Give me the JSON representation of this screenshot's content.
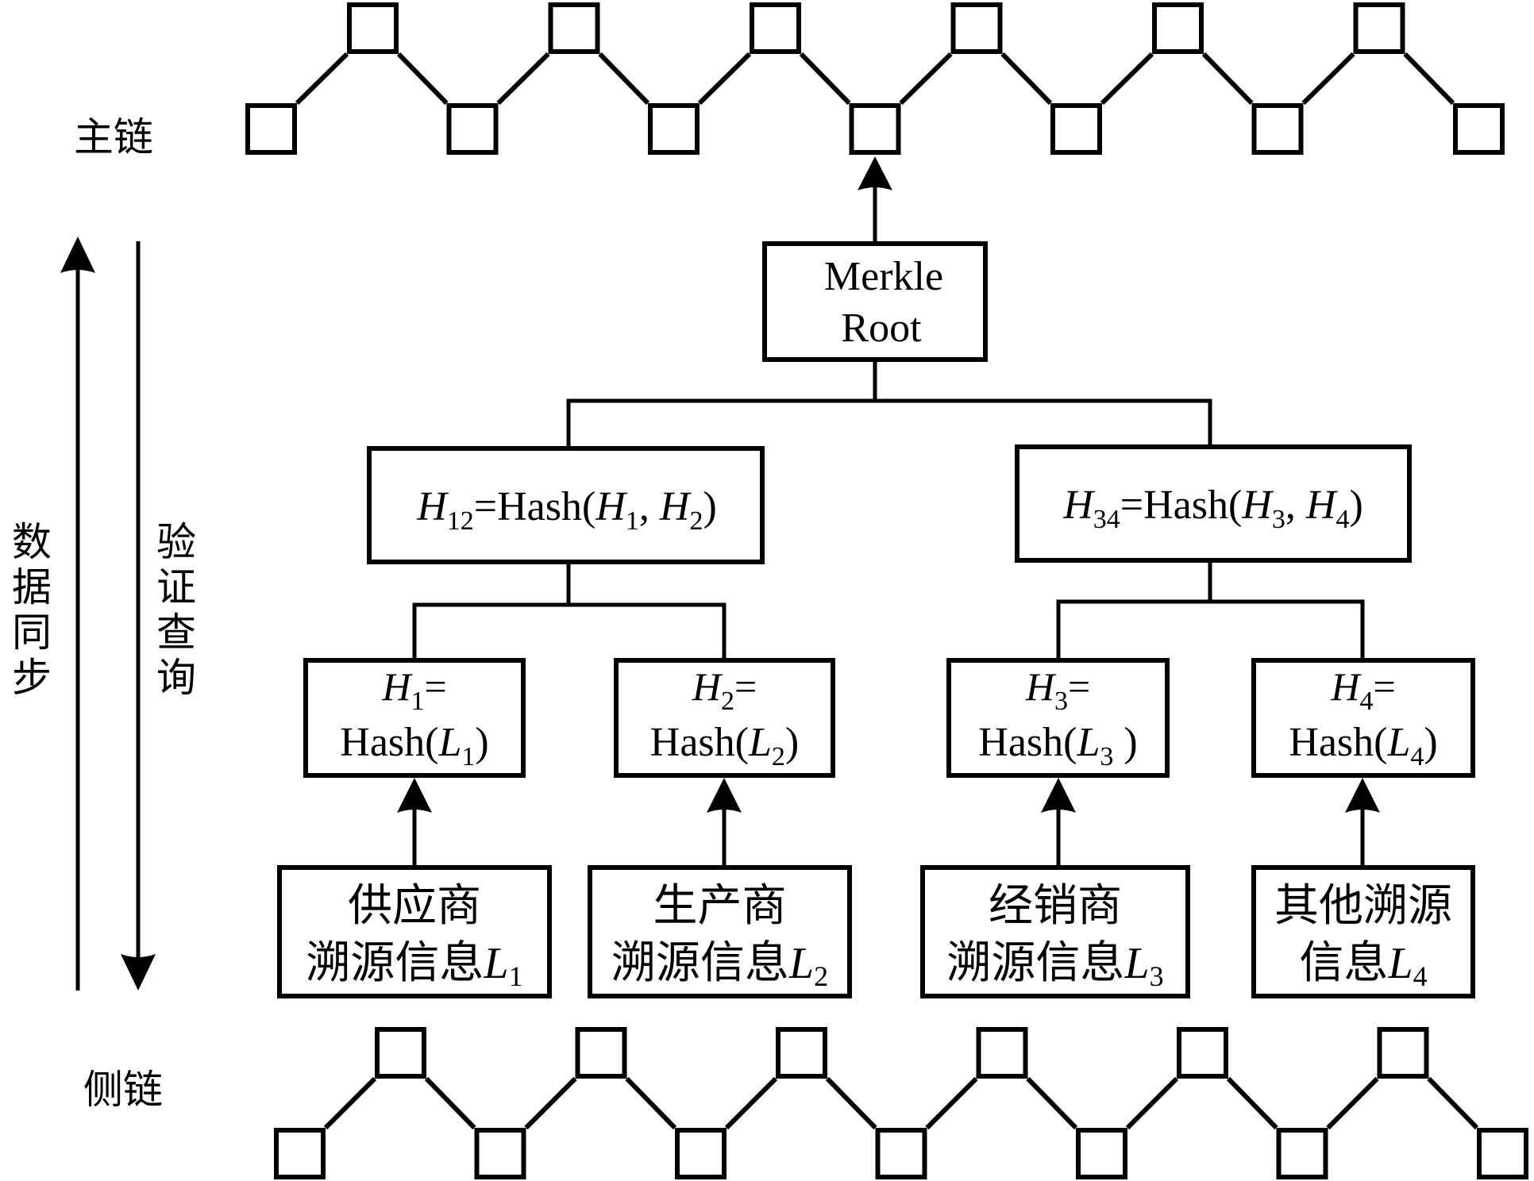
{
  "diagram": {
    "type": "blockchain-merkle-tree",
    "labels": {
      "main_chain": "主链",
      "side_chain": "侧链",
      "data_sync": [
        "数",
        "据",
        "同",
        "步"
      ],
      "verify_query": [
        "验",
        "证",
        "查",
        "询"
      ]
    },
    "main_chain": {
      "block_count": 13
    },
    "side_chain": {
      "block_count": 13
    },
    "merkle_root": {
      "line1": "Merkle",
      "line2": "Root"
    },
    "level1": [
      {
        "id": "H12",
        "parts": [
          {
            "t": "H",
            "i": true
          },
          {
            "t": "12",
            "sub": true
          },
          {
            "t": "=Hash("
          },
          {
            "t": "H",
            "i": true
          },
          {
            "t": "1",
            "sub": true
          },
          {
            "t": ", "
          },
          {
            "t": "H",
            "i": true
          },
          {
            "t": "2",
            "sub": true
          },
          {
            "t": ")"
          }
        ]
      },
      {
        "id": "H34",
        "parts": [
          {
            "t": "H",
            "i": true
          },
          {
            "t": "34",
            "sub": true
          },
          {
            "t": "=Hash("
          },
          {
            "t": "H",
            "i": true
          },
          {
            "t": "3",
            "sub": true
          },
          {
            "t": ", "
          },
          {
            "t": "H",
            "i": true
          },
          {
            "t": "4",
            "sub": true
          },
          {
            "t": ")"
          }
        ]
      }
    ],
    "leaves": [
      {
        "id": "H1",
        "sym": "H",
        "idx": "1",
        "eq": "=",
        "fn": "Hash(",
        "arg": "L",
        "close": ")"
      },
      {
        "id": "H2",
        "sym": "H",
        "idx": "2",
        "eq": "=",
        "fn": "Hash(",
        "arg": "L",
        "close": ")"
      },
      {
        "id": "H3",
        "sym": "H",
        "idx": "3",
        "eq": "=",
        "fn": "Hash(",
        "arg": "L",
        "close": " )"
      },
      {
        "id": "H4",
        "sym": "H",
        "idx": "4",
        "eq": "=",
        "fn": "Hash(",
        "arg": "L",
        "close": ")"
      }
    ],
    "sources": [
      {
        "line1": "供应商",
        "line2": "溯源信息",
        "var": "L",
        "idx": "1"
      },
      {
        "line1": "生产商",
        "line2": "溯源信息",
        "var": "L",
        "idx": "2"
      },
      {
        "line1": "经销商",
        "line2": "溯源信息",
        "var": "L",
        "idx": "3"
      },
      {
        "line1": "其他溯源",
        "line2": "信息",
        "var": "L",
        "idx": "4"
      }
    ]
  }
}
